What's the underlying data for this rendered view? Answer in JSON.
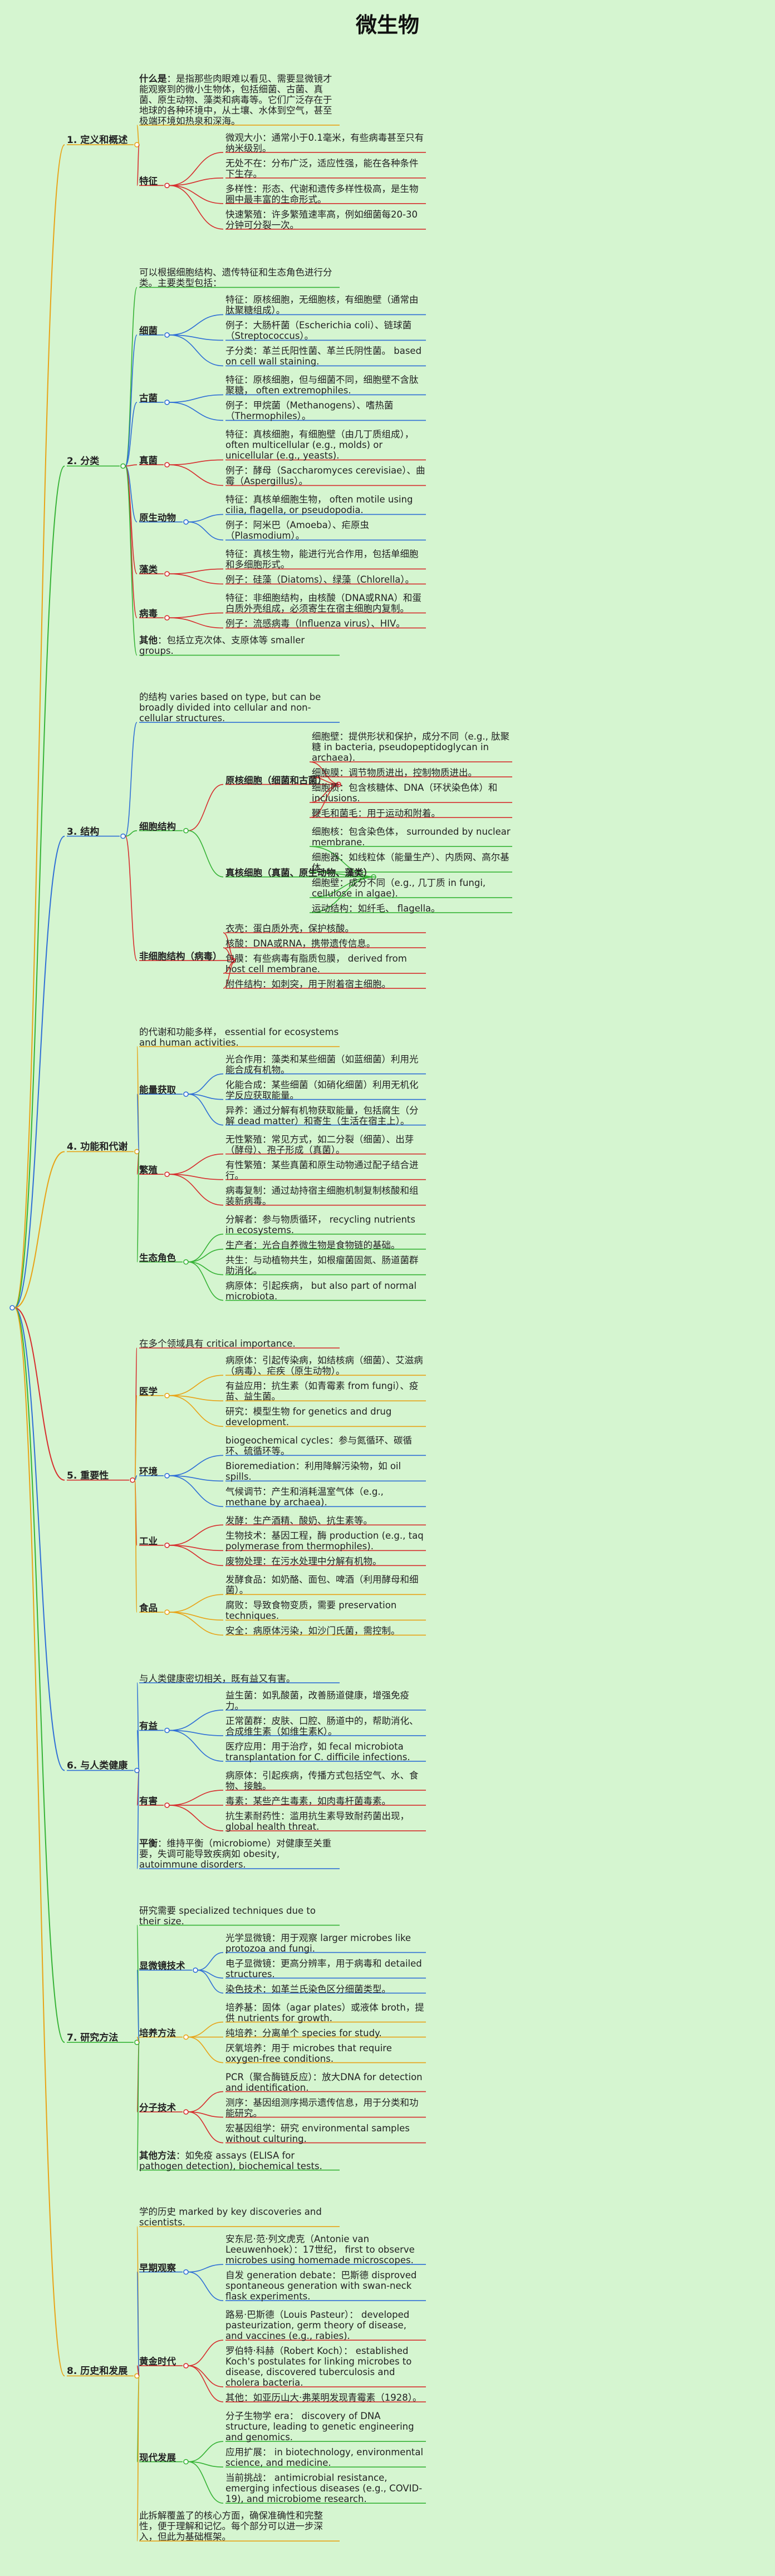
{
  "title": "微生物",
  "sections": [
    {
      "label": "1. 定义和概述",
      "color": "#e8a317",
      "children": [
        {
          "label": "什么是",
          "text": "：是指那些肉眼难以看见、需要显微镜才能观察到的微小生物体，包括细菌、古菌、真菌、原生动物、藻类和病毒等。它们广泛存在于地球的各种环境中，从土壤、水体到空气，甚至极端环境如热泉和深海。"
        },
        {
          "label": "特征",
          "color": "#d62e2e",
          "children": [
            {
              "text": "微观大小：通常小于0.1毫米，有些病毒甚至只有纳米级别。"
            },
            {
              "text": "无处不在：分布广泛，适应性强，能在各种条件下生存。"
            },
            {
              "text": "多样性：形态、代谢和遗传多样性极高，是生物圈中最丰富的生命形式。"
            },
            {
              "text": "快速繁殖：许多繁殖速率高，例如细菌每20-30分钟可分裂一次。"
            }
          ]
        }
      ]
    },
    {
      "label": "2. 分类",
      "color": "#36b336",
      "children": [
        {
          "text": "可以根据细胞结构、遗传特征和生态角色进行分类。主要类型包括："
        },
        {
          "label": "细菌",
          "color": "#2f6fd6",
          "children": [
            {
              "text": "特征：原核细胞，无细胞核，有细胞壁（通常由肽聚糖组成）。"
            },
            {
              "text": "例子：大肠杆菌（Escherichia coli）、链球菌（Streptococcus）。"
            },
            {
              "text": "子分类：革兰氏阳性菌、革兰氏阴性菌。 based on cell wall staining."
            }
          ]
        },
        {
          "label": "古菌",
          "color": "#2f6fd6",
          "children": [
            {
              "text": "特征：原核细胞，但与细菌不同，细胞壁不含肽聚糖， often extremophiles."
            },
            {
              "text": "例子：甲烷菌（Methanogens）、嗜热菌（Thermophiles）。"
            }
          ]
        },
        {
          "label": "真菌",
          "color": "#d62e2e",
          "children": [
            {
              "text": "特征：真核细胞，有细胞壁（由几丁质组成）， often multicellular (e.g., molds) or unicellular (e.g., yeasts)."
            },
            {
              "text": "例子：酵母（Saccharomyces cerevisiae）、曲霉（Aspergillus）。"
            }
          ]
        },
        {
          "label": "原生动物",
          "color": "#2f6fd6",
          "children": [
            {
              "text": "特征：真核单细胞生物， often motile using cilia, flagella, or pseudopodia."
            },
            {
              "text": "例子：阿米巴（Amoeba）、疟原虫（Plasmodium）。"
            }
          ]
        },
        {
          "label": "藻类",
          "color": "#d62e2e",
          "children": [
            {
              "text": "特征：真核生物，能进行光合作用，包括单细胞和多细胞形式。"
            },
            {
              "text": "例子：硅藻（Diatoms）、绿藻（Chlorella）。"
            }
          ]
        },
        {
          "label": "病毒",
          "color": "#d62e2e",
          "children": [
            {
              "text": "特征：非细胞结构，由核酸（DNA或RNA）和蛋白质外壳组成，必须寄生在宿主细胞内复制。"
            },
            {
              "text": "例子：流感病毒（Influenza virus）、HIV。"
            }
          ]
        },
        {
          "label": "其他",
          "text": "：包括立克次体、支原体等 smaller groups."
        }
      ]
    },
    {
      "label": "3. 结构",
      "color": "#2f6fd6",
      "children": [
        {
          "text": "的结构 varies based on type, but can be broadly divided into cellular and non-cellular structures."
        },
        {
          "label": "细胞结构",
          "color": "#36b336",
          "children": [
            {
              "label": "原核细胞（细菌和古菌）",
              "color": "#d62e2e",
              "children": [
                {
                  "text": "细胞壁：提供形状和保护，成分不同（e.g., 肽聚糖 in bacteria, pseudopeptidoglycan in archaea)."
                },
                {
                  "text": "细胞膜：调节物质进出，控制物质进出。"
                },
                {
                  "text": "细胞质：包含核糖体、DNA（环状染色体）和 inclusions."
                },
                {
                  "text": "鞭毛和菌毛：用于运动和附着。"
                }
              ]
            },
            {
              "label": "真核细胞（真菌、原生动物、藻类）",
              "color": "#36b336",
              "children": [
                {
                  "text": "细胞核：包含染色体， surrounded by nuclear membrane."
                },
                {
                  "text": "细胞器：如线粒体（能量生产）、内质网、高尔基体。"
                },
                {
                  "text": "细胞壁：成分不同（e.g., 几丁质 in fungi, cellulose in algae)."
                },
                {
                  "text": "运动结构：如纤毛、 flagella。"
                }
              ]
            }
          ]
        },
        {
          "label": "非细胞结构（病毒）",
          "color": "#d62e2e",
          "children": [
            {
              "text": "衣壳：蛋白质外壳，保护核酸。"
            },
            {
              "text": "核酸：DNA或RNA，携带遗传信息。"
            },
            {
              "text": "包膜：有些病毒有脂质包膜， derived from host cell membrane."
            },
            {
              "text": "附件结构：如刺突，用于附着宿主细胞。"
            }
          ]
        }
      ]
    },
    {
      "label": "4. 功能和代谢",
      "color": "#e8a317",
      "children": [
        {
          "text": "的代谢和功能多样， essential for ecosystems and human activities."
        },
        {
          "label": "能量获取",
          "color": "#2f6fd6",
          "children": [
            {
              "text": "光合作用：藻类和某些细菌（如蓝细菌）利用光能合成有机物。"
            },
            {
              "text": "化能合成：某些细菌（如硝化细菌）利用无机化学反应获取能量。"
            },
            {
              "text": "异养：通过分解有机物获取能量，包括腐生（分解 dead matter）和寄生（生活在宿主上）。"
            }
          ]
        },
        {
          "label": "繁殖",
          "color": "#d62e2e",
          "children": [
            {
              "text": "无性繁殖：常见方式，如二分裂（细菌）、出芽（酵母）、孢子形成（真菌）。"
            },
            {
              "text": "有性繁殖：某些真菌和原生动物通过配子结合进行。"
            },
            {
              "text": "病毒复制：通过劫持宿主细胞机制复制核酸和组装新病毒。"
            }
          ]
        },
        {
          "label": "生态角色",
          "color": "#36b336",
          "children": [
            {
              "text": "分解者：参与物质循环， recycling nutrients in ecosystems."
            },
            {
              "text": "生产者：光合自养微生物是食物链的基础。"
            },
            {
              "text": "共生：与动植物共生，如根瘤菌固氮、肠道菌群助消化。"
            },
            {
              "text": "病原体：引起疾病， but also part of normal microbiota."
            }
          ]
        }
      ]
    },
    {
      "label": "5. 重要性",
      "color": "#d62e2e",
      "children": [
        {
          "text": "在多个领域具有 critical importance."
        },
        {
          "label": "医学",
          "color": "#e8a317",
          "children": [
            {
              "text": "病原体：引起传染病，如结核病（细菌）、艾滋病（病毒）、疟疾（原生动物）。"
            },
            {
              "text": "有益应用：抗生素（如青霉素 from fungi）、疫苗、益生菌。"
            },
            {
              "text": "研究：模型生物 for genetics and drug development."
            }
          ]
        },
        {
          "label": "环境",
          "color": "#2f6fd6",
          "children": [
            {
              "text": "biogeochemical cycles：参与氮循环、碳循环、硫循环等。"
            },
            {
              "text": "Bioremediation：利用降解污染物，如 oil spills."
            },
            {
              "text": "气候调节：产生和消耗温室气体（e.g., methane by archaea)."
            }
          ]
        },
        {
          "label": "工业",
          "color": "#d62e2e",
          "children": [
            {
              "text": "发酵：生产酒精、酸奶、抗生素等。"
            },
            {
              "text": "生物技术：基因工程，酶 production (e.g., taq polymerase from thermophiles)."
            },
            {
              "text": "废物处理：在污水处理中分解有机物。"
            }
          ]
        },
        {
          "label": "食品",
          "color": "#e8a317",
          "children": [
            {
              "text": "发酵食品：如奶酪、面包、啤酒（利用酵母和细菌）。"
            },
            {
              "text": "腐败：导致食物变质，需要 preservation techniques."
            },
            {
              "text": "安全：病原体污染，如沙门氏菌，需控制。"
            }
          ]
        }
      ]
    },
    {
      "label": "6. 与人类健康",
      "color": "#2f6fd6",
      "children": [
        {
          "text": "与人类健康密切相关，既有益又有害。"
        },
        {
          "label": "有益",
          "color": "#2f6fd6",
          "children": [
            {
              "text": "益生菌：如乳酸菌，改善肠道健康，增强免疫力。"
            },
            {
              "text": "正常菌群：皮肤、口腔、肠道中的，帮助消化、合成维生素（如维生素K）。"
            },
            {
              "text": "医疗应用：用于治疗，如 fecal microbiota transplantation for C. difficile infections."
            }
          ]
        },
        {
          "label": "有害",
          "color": "#d62e2e",
          "children": [
            {
              "text": "病原体：引起疾病，传播方式包括空气、水、食物、接触。"
            },
            {
              "text": "毒素：某些产生毒素，如肉毒杆菌毒素。"
            },
            {
              "text": "抗生素耐药性：滥用抗生素导致耐药菌出现， global health threat."
            }
          ]
        },
        {
          "label": "平衡",
          "text": "：维持平衡（microbiome）对健康至关重要，失调可能导致疾病如 obesity, autoimmune disorders."
        }
      ]
    },
    {
      "label": "7. 研究方法",
      "color": "#36b336",
      "children": [
        {
          "text": "研究需要 specialized techniques due to their size."
        },
        {
          "label": "显微镜技术",
          "color": "#2f6fd6",
          "children": [
            {
              "text": "光学显微镜：用于观察 larger microbes like protozoa and fungi."
            },
            {
              "text": "电子显微镜：更高分辨率，用于病毒和 detailed structures."
            },
            {
              "text": "染色技术：如革兰氏染色区分细菌类型。"
            }
          ]
        },
        {
          "label": "培养方法",
          "color": "#e8a317",
          "children": [
            {
              "text": "培养基：固体（agar plates）或液体 broth，提供 nutrients for growth."
            },
            {
              "text": "纯培养：分离单个 species for study."
            },
            {
              "text": "厌氧培养：用于 microbes that require oxygen-free conditions."
            }
          ]
        },
        {
          "label": "分子技术",
          "color": "#d62e2e",
          "children": [
            {
              "text": "PCR（聚合酶链反应）：放大DNA for detection and identification."
            },
            {
              "text": "测序：基因组测序揭示遗传信息，用于分类和功能研究。"
            },
            {
              "text": "宏基因组学：研究 environmental samples without culturing."
            }
          ]
        },
        {
          "label": "其他方法",
          "text": "：如免疫 assays (ELISA for pathogen detection), biochemical tests."
        }
      ]
    },
    {
      "label": "8. 历史和发展",
      "color": "#e8a317",
      "children": [
        {
          "text": "学的历史 marked by key discoveries and scientists."
        },
        {
          "label": "早期观察",
          "color": "#2f6fd6",
          "children": [
            {
              "text": "安东尼·范·列文虎克（Antonie van Leeuwenhoek）：17世纪， first to observe microbes using homemade microscopes."
            },
            {
              "text": "自发 generation debate：巴斯德 disproved spontaneous generation with swan-neck flask experiments."
            }
          ]
        },
        {
          "label": "黄金时代",
          "color": "#d62e2e",
          "children": [
            {
              "text": "路易·巴斯德（Louis Pasteur）： developed pasteurization, germ theory of disease, and vaccines (e.g., rabies)."
            },
            {
              "text": "罗伯特·科赫（Robert Koch）： established Koch's postulates for linking microbes to disease, discovered tuberculosis and cholera bacteria."
            },
            {
              "text": "其他：如亚历山大·弗莱明发现青霉素（1928）。"
            }
          ]
        },
        {
          "label": "现代发展",
          "color": "#36b336",
          "children": [
            {
              "text": "分子生物学 era： discovery of DNA structure, leading to genetic engineering and genomics."
            },
            {
              "text": "应用扩展： in biotechnology, environmental science, and medicine."
            },
            {
              "text": "当前挑战： antimicrobial resistance, emerging infectious diseases (e.g., COVID-19), and microbiome research."
            }
          ]
        },
        {
          "text": "此拆解覆盖了的核心方面，确保准确性和完整性，便于理解和记忆。每个部分可以进一步深入，但此为基础框架。"
        }
      ]
    }
  ]
}
